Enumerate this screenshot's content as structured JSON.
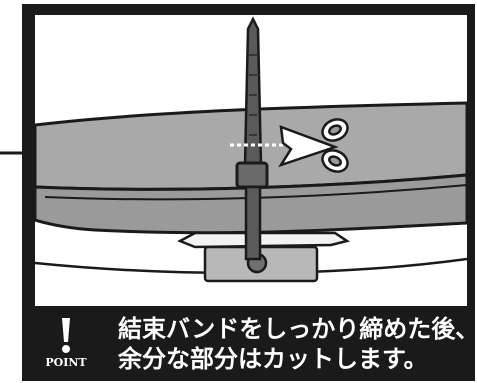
{
  "caption": {
    "line1": "結束バンドをしっかり締めた後、",
    "line2": "余分な部分はカットします。"
  },
  "point_badge": {
    "label": "POINT",
    "icon": "exclamation-icon"
  },
  "illustration": {
    "icons": [
      "cable-tie-icon",
      "scissors-icon",
      "cut-line-icon"
    ]
  },
  "colors": {
    "frame": "#1a1a1a",
    "body_panel": "#a9a9a9",
    "caption_text": "#ffffff"
  }
}
